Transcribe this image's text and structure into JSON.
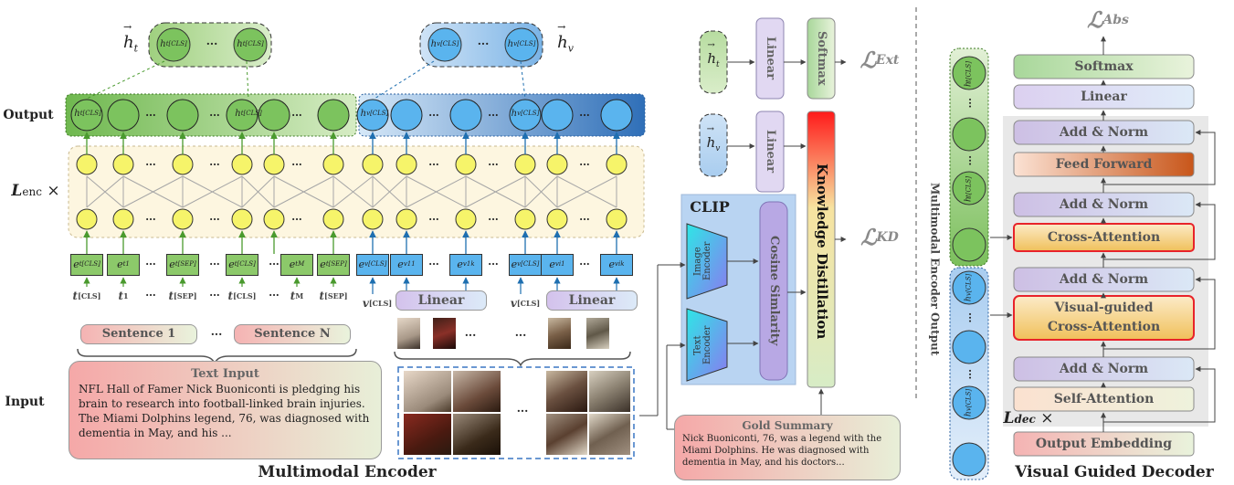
{
  "labels": {
    "output": "Output",
    "input": "Input",
    "l_enc": "L",
    "l_enc_sub": "enc",
    "times": "×",
    "h_t": "h",
    "h_t_sub": "t",
    "h_v": "h",
    "h_v_sub": "v",
    "h_t_cls": "h",
    "h_t_cls_sub": "t[CLS]",
    "h_v_cls": "h",
    "h_v_cls_sub": "v[CLS]",
    "ellipsis": "···",
    "multimodal_encoder": "Multimodal Encoder",
    "visual_guided_decoder": "Visual Guided Decoder",
    "multimodal_encoder_output": "Multimodal Encoder Output",
    "l_dec": "L",
    "l_dec_sub": "dec",
    "vertical_sep": ""
  },
  "embeddings": {
    "text_tokens": [
      {
        "e": "e",
        "sub": "t[CLS]"
      },
      {
        "e": "e",
        "sub": "t1"
      },
      {
        "e": "e",
        "sub": "t[SEP]"
      },
      {
        "e": "e",
        "sub": "t[CLS]"
      },
      {
        "e": "e",
        "sub": "tM"
      },
      {
        "e": "e",
        "sub": "t[SEP]"
      }
    ],
    "text_inputs": [
      {
        "t": "t",
        "sub": "[CLS]"
      },
      {
        "t": "t",
        "sub": "1"
      },
      {
        "t": "t",
        "sub": "[SEP]"
      },
      {
        "t": "t",
        "sub": "[CLS]"
      },
      {
        "t": "t",
        "sub": "M"
      },
      {
        "t": "t",
        "sub": "[SEP]"
      }
    ],
    "visual_tokens": [
      {
        "e": "e",
        "sub": "v[CLS]"
      },
      {
        "e": "e",
        "sub": "v11"
      },
      {
        "e": "e",
        "sub": "v1k"
      },
      {
        "e": "e",
        "sub": "v[CLS]"
      },
      {
        "e": "e",
        "sub": "vi1"
      },
      {
        "e": "e",
        "sub": "vik"
      }
    ],
    "visual_inputs": [
      {
        "v": "v",
        "sub": "[CLS]"
      },
      {
        "v": "v",
        "sub": "[CLS]"
      }
    ]
  },
  "sentences": [
    "Sentence 1",
    "Sentence N"
  ],
  "linear_label": "Linear",
  "text_input": {
    "title": "Text Input",
    "body": "NFL Hall of Famer Nick Buoniconti is pledging his brain to research into football-linked brain injuries. The Miami Dolphins legend, 76, was diagnosed with dementia in May, and his ..."
  },
  "clip": {
    "title": "CLIP",
    "image_encoder": "Image Encoder",
    "text_encoder": "Text Encoder",
    "cosine": "Cosine Simlarity"
  },
  "heads": {
    "linear": "Linear",
    "softmax": "Softmax",
    "kd": "Knowledge Distillation",
    "loss_ext": "ℒ",
    "loss_ext_sup": "Ext",
    "loss_kd": "ℒ",
    "loss_kd_sup": "KD",
    "loss_abs": "ℒ",
    "loss_abs_sup": "Abs"
  },
  "gold": {
    "title": "Gold Summary",
    "body": "Nick Buoniconti, 76, was a legend with the Miami Dolphins. He was diagnosed with dementia in May, and his doctors..."
  },
  "decoder": {
    "softmax": "Softmax",
    "linear": "Linear",
    "add_norm": "Add & Norm",
    "feed_forward": "Feed Forward",
    "cross_attention": "Cross-Attention",
    "visual_guided": "Visual-guided",
    "visual_guided2": "Cross-Attention",
    "self_attention": "Self-Attention",
    "output_embedding": "Output Embedding"
  },
  "colors": {
    "green": "#7cc35e",
    "green_light": "#d8ebc8",
    "blue": "#5ab4ee",
    "blue_light": "#d2e6f8",
    "yellow": "#f6f46a",
    "enc_bg": "#fdf7e3",
    "clip_bg": "#b9d4f2",
    "red_border": "#e8232a",
    "gray_panel": "#e6e6e6"
  }
}
